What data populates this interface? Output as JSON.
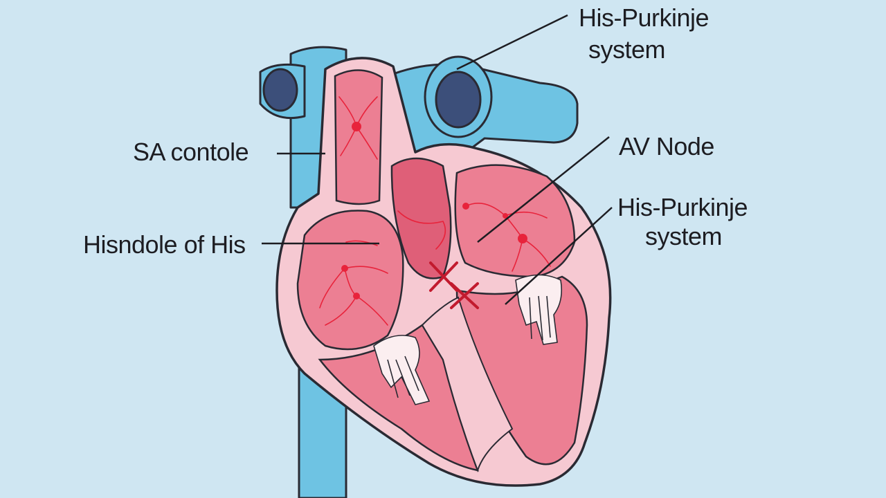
{
  "labels": {
    "his_purkinje_top": [
      "His-Purkinje",
      "system"
    ],
    "sa_node": "SA contole",
    "bundle_of_his": "Hisndole of His",
    "av_node": "AV Node",
    "his_purkinje_right": [
      "His-Purkinje",
      "system"
    ]
  },
  "colors": {
    "background": "#cfe6f2",
    "vessel_blue": "#6ec3e3",
    "vessel_dark": "#3c4f7a",
    "heart_wall": "#f6c9d2",
    "chamber": "#ec7f93",
    "chamber_dark": "#df5f78",
    "conduction": "#e8233b",
    "outline": "#2a2a33"
  }
}
